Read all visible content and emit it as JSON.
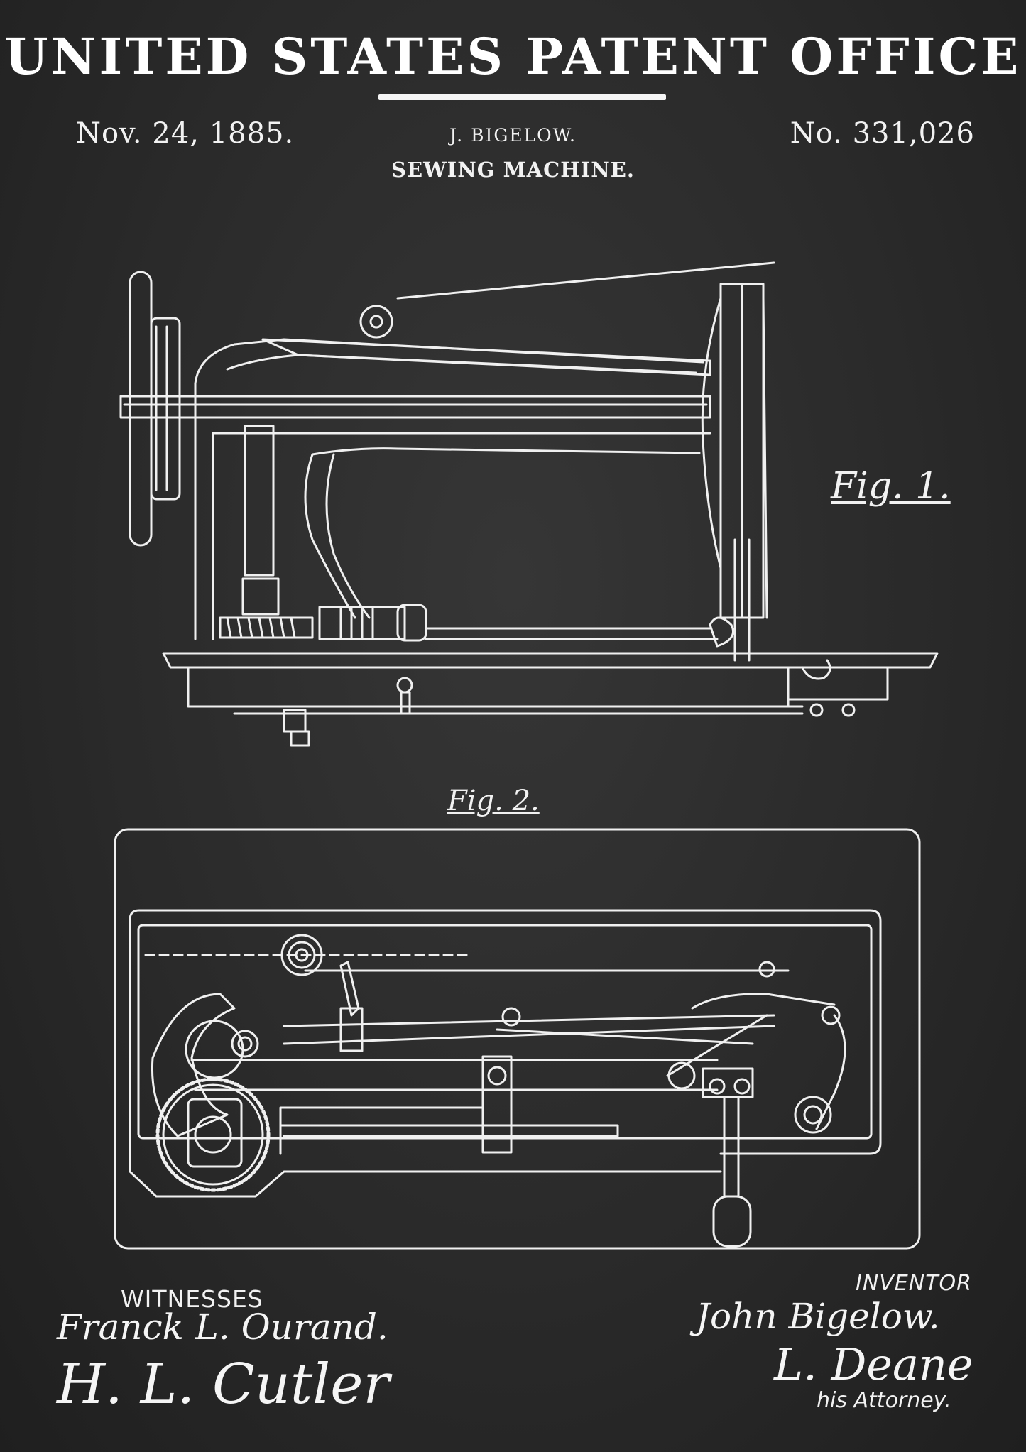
{
  "header": {
    "office": "UNITED STATES PATENT OFFICE",
    "date": "Nov. 24, 1885.",
    "patent_number": "No. 331,026",
    "inventor": "J. BIGELOW.",
    "title": "SEWING MACHINE."
  },
  "figures": {
    "fig1_label": "Fig. 1.",
    "fig2_label": "Fig. 2."
  },
  "signatures": {
    "witnesses_heading": "WITNESSES",
    "witness1": "Franck L. Ourand.",
    "witness2": "H. L. Cutler",
    "inventor_heading": "INVENTOR",
    "inventor_signature": "John Bigelow.",
    "attorney_signature": "L. Deane",
    "attorney_label": "his Attorney."
  },
  "colors": {
    "background": "#2a2a2a",
    "ink": "#f2f2f2"
  }
}
